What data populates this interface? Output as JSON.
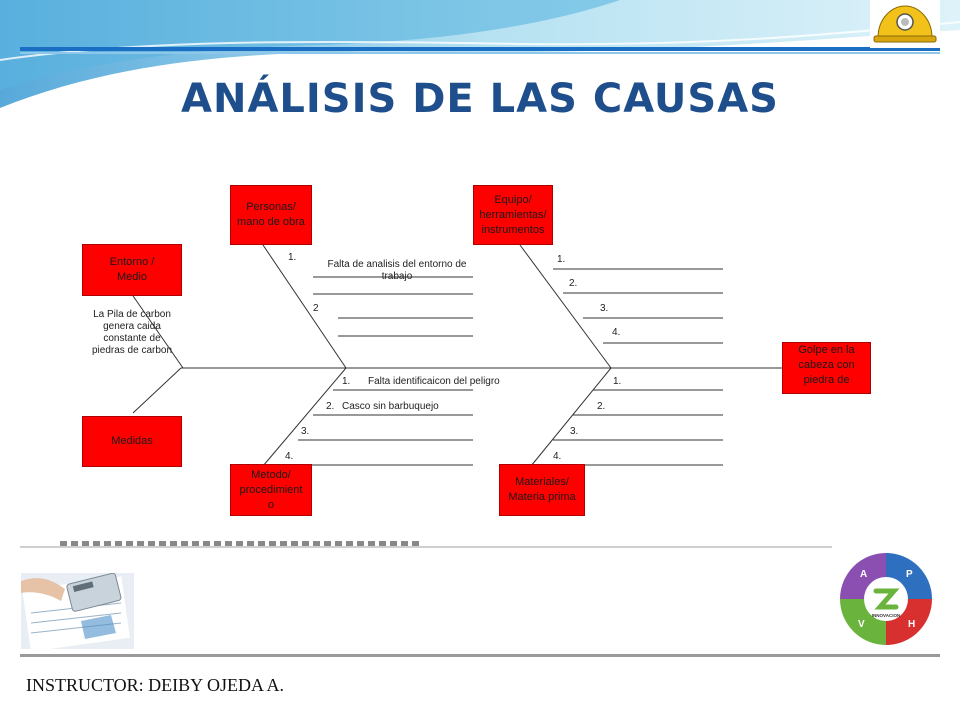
{
  "slide": {
    "title": "ANÁLISIS DE LAS CAUSAS",
    "instructor": "INSTRUCTOR: DEIBY OJEDA A."
  },
  "diagram": {
    "problem": "Golpe en la cabeza con piedra de",
    "categories": {
      "personas": "Personas/\nmano de obra",
      "equipo": "Equipo/\nherramientas/\ninstrumentos",
      "entorno": "Entorno /\nMedio",
      "medidas": "Medidas",
      "metodo": "Metodo/\nprocedimient\no",
      "materiales": "Materiales/\nMateria prima"
    },
    "entorno_note": "La Pila de carbon\ngenera caida\nconstante de\npiedras de carbon",
    "personas_causes": {
      "n1": "1.",
      "c1": "Falta de analisis del entorno de\ntrabajo",
      "n2": "2"
    },
    "equipo_numbers": [
      "1.",
      "2.",
      "3.",
      "4."
    ],
    "metodo_causes": {
      "n1": "1.",
      "c1": "Falta identificaicon del peligro",
      "n2": "2.",
      "c2": "Casco sin barbuquejo",
      "n3": "3.",
      "n4": "4."
    },
    "materiales_numbers": [
      "1.",
      "2.",
      "3.",
      "4."
    ]
  },
  "logo": {
    "quadrants": [
      "A",
      "P",
      "V",
      "H"
    ],
    "center": "INNOVACION",
    "colors": {
      "A": "#8a4fb0",
      "P": "#2f6fc0",
      "V": "#6ab43e",
      "H": "#d8302f"
    }
  },
  "colors": {
    "title": "#1f4e8c",
    "category_box": "#ff0000",
    "accent_line": "#1a6fc4"
  }
}
